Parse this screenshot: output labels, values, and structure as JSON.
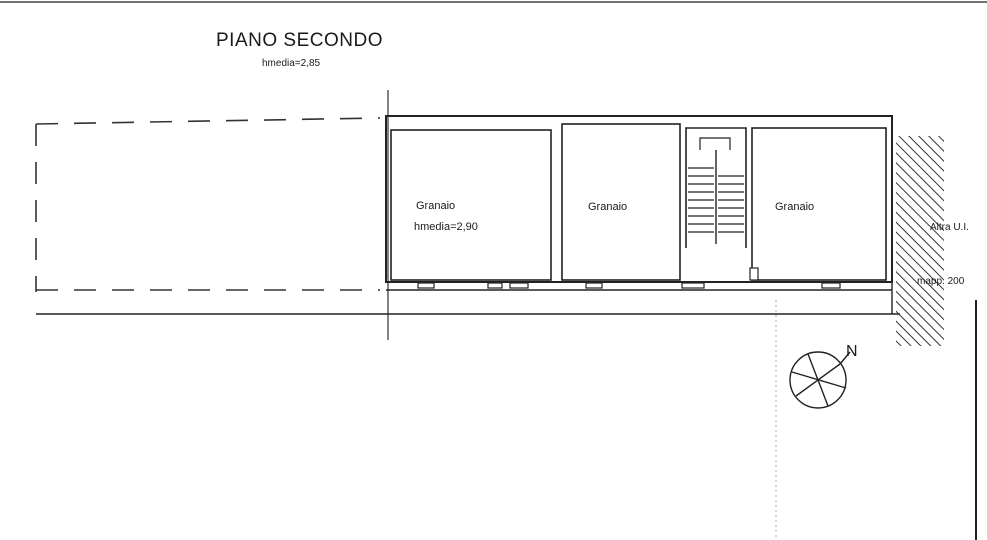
{
  "plan": {
    "title": "PIANO SECONDO",
    "subtitle": "hmedia=2,85",
    "rooms": [
      {
        "name": "Granaio",
        "height": "hmedia=2,90"
      },
      {
        "name": "Granaio"
      },
      {
        "name": "Granaio"
      }
    ],
    "side_labels": {
      "neighbor": "Altra U.I.",
      "parcel": "mapp. 200"
    },
    "north": "N"
  }
}
